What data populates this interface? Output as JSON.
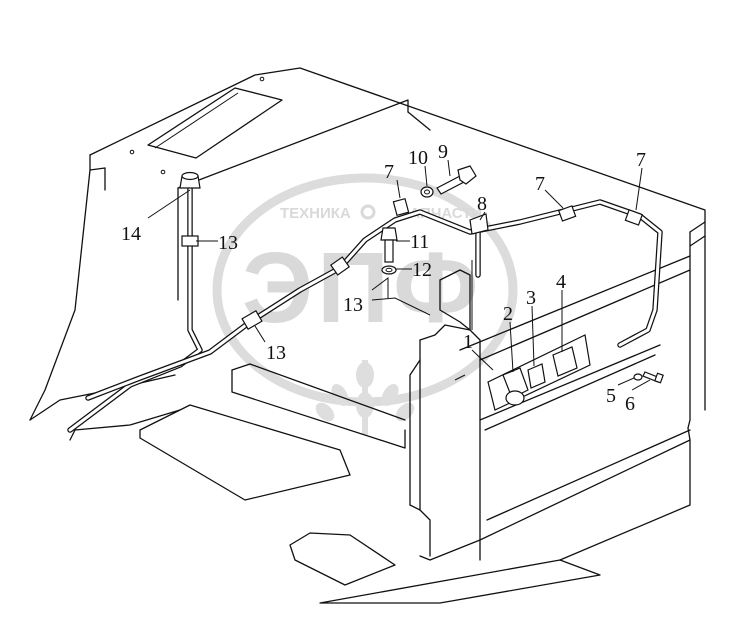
{
  "watermark": {
    "text_top": "ТЕХНИКА",
    "text_right": "ЗАПЧАСТИ",
    "logo": "ЭПФ",
    "color": "#d9d9d9"
  },
  "callouts": [
    {
      "id": "1",
      "label": "1"
    },
    {
      "id": "2",
      "label": "2"
    },
    {
      "id": "3",
      "label": "3"
    },
    {
      "id": "4",
      "label": "4"
    },
    {
      "id": "5",
      "label": "5"
    },
    {
      "id": "6",
      "label": "6"
    },
    {
      "id": "7a",
      "label": "7"
    },
    {
      "id": "7b",
      "label": "7"
    },
    {
      "id": "7c",
      "label": "7"
    },
    {
      "id": "8",
      "label": "8"
    },
    {
      "id": "9",
      "label": "9"
    },
    {
      "id": "10",
      "label": "10"
    },
    {
      "id": "11",
      "label": "11"
    },
    {
      "id": "12",
      "label": "12"
    },
    {
      "id": "13a",
      "label": "13"
    },
    {
      "id": "13b",
      "label": "13"
    },
    {
      "id": "13c",
      "label": "13"
    },
    {
      "id": "14",
      "label": "14"
    }
  ],
  "line_color": "#111111"
}
